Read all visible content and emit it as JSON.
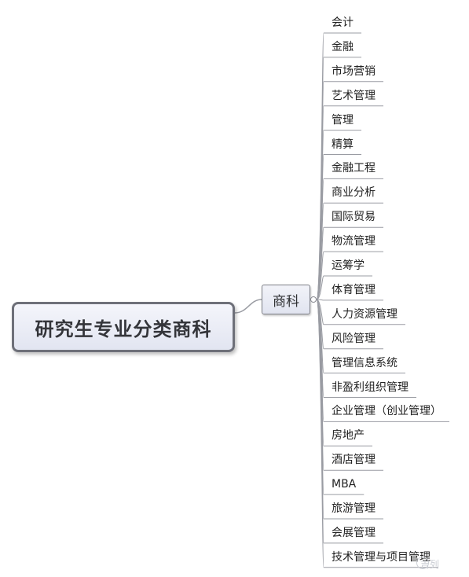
{
  "root": {
    "label": "研究生专业分类商科"
  },
  "branch": {
    "label": "商科"
  },
  "leaves": [
    "会计",
    "金融",
    "市场营销",
    "艺术管理",
    "管理",
    "精算",
    "金融工程",
    "商业分析",
    "国际贸易",
    "物流管理",
    "运筹学",
    "体育管理",
    "人力资源管理",
    "风险管理",
    "管理信息系统",
    "非盈利组织管理",
    "企业管理（创业管理）",
    "房地产",
    "酒店管理",
    "MBA",
    "旅游管理",
    "会展管理",
    "技术管理与项目管理"
  ],
  "watermark": {
    "text": "吉列"
  },
  "colors": {
    "connector": "#9a9ca3",
    "root_border": "#6e7079",
    "node_fill": "#e6e8f3"
  }
}
